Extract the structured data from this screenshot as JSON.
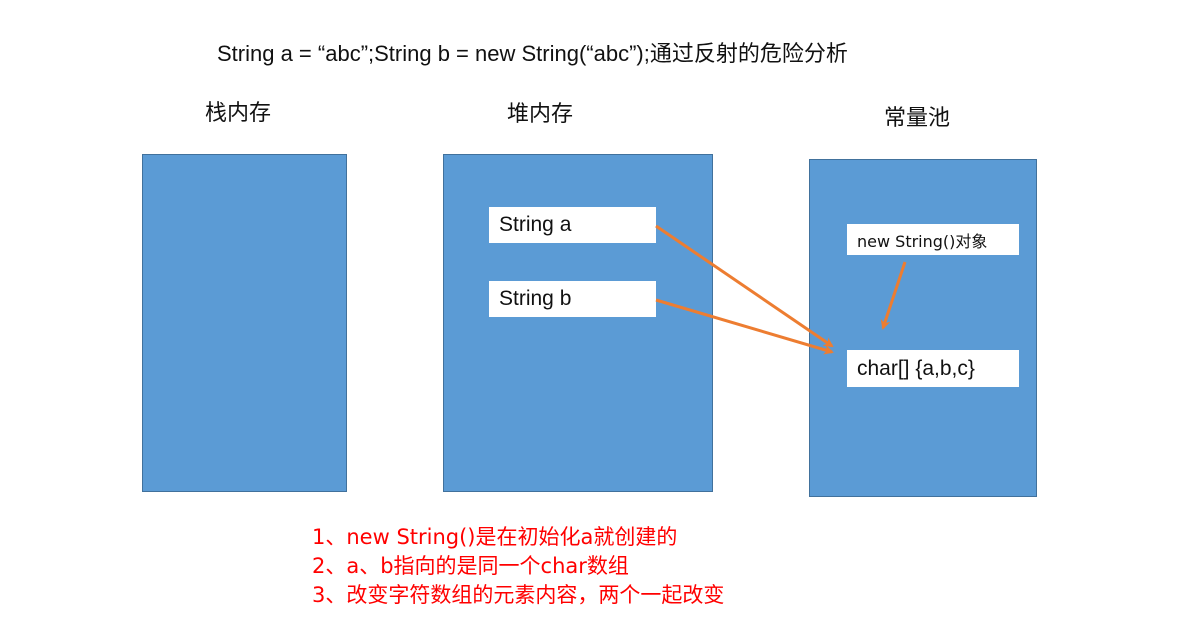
{
  "title": "String a = “abc”;String b = new String(“abc”);通过反射的危险分析",
  "regions": {
    "stack": {
      "label": "栈内存"
    },
    "heap": {
      "label": "堆内存"
    },
    "pool": {
      "label": "常量池"
    }
  },
  "heap_boxes": {
    "string_a": "String a",
    "string_b": "String b"
  },
  "pool_boxes": {
    "new_string_object": "new String()对象",
    "char_array": "char[] {a,b,c}"
  },
  "notes": [
    "1、new String()是在初始化a就创建的",
    "2、a、b指向的是同一个char数组",
    "3、改变字符数组的元素内容，两个一起改变"
  ],
  "colors": {
    "region_fill": "#5b9bd5",
    "arrow": "#ed7d31",
    "notes_text": "#ff0000"
  }
}
